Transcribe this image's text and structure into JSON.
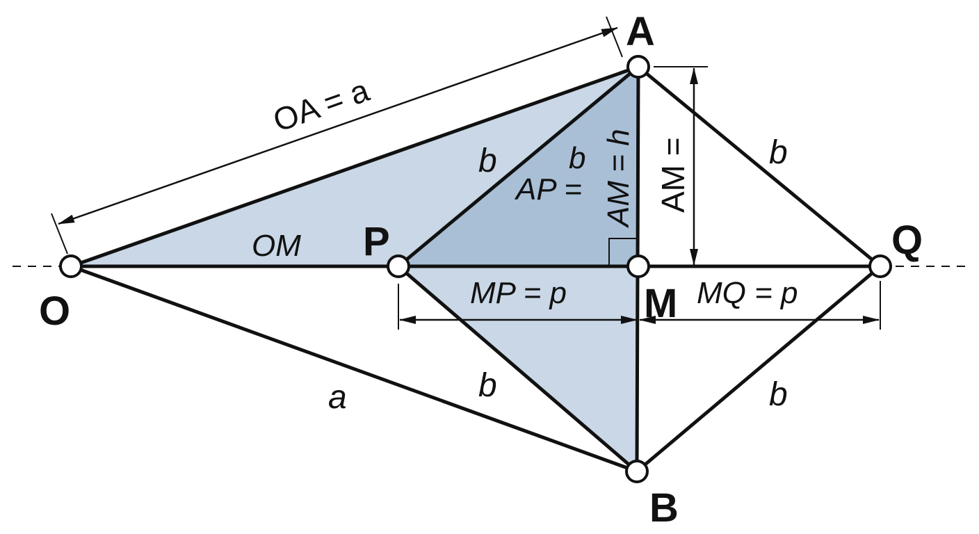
{
  "diagram": {
    "colors": {
      "fill_light": "#c9d7e6",
      "fill_dark": "#a9bfd6",
      "line": "#111111",
      "background": "#ffffff"
    },
    "points": {
      "O": "O",
      "A": "A",
      "B": "B",
      "P": "P",
      "M": "M",
      "Q": "Q"
    },
    "labels": {
      "oa_dimension": "OA = a",
      "om": "OM",
      "ap_b": "b",
      "ap_small_b": "b",
      "ap_eq": "AP =",
      "am_h": "AM = h",
      "am_dimension": "AM =",
      "aq_b": "b",
      "mp": "MP = p",
      "mq": "MQ = p",
      "ob_a": "a",
      "pb_b": "b",
      "qb_b": "b"
    }
  }
}
